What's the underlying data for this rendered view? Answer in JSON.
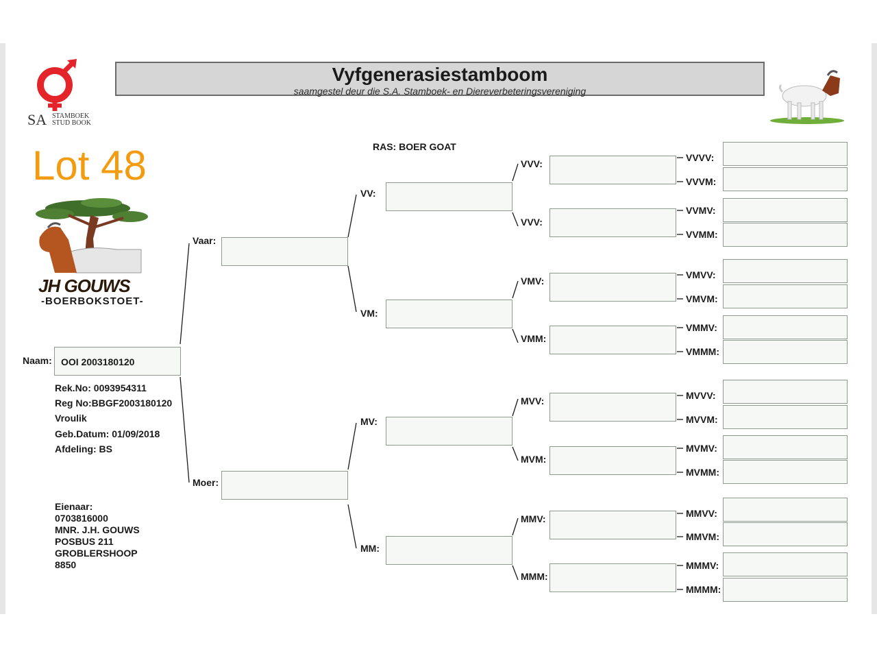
{
  "header": {
    "title": "Vyfgenerasiestamboom",
    "subtitle": "saamgestel deur die S.A. Stamboek- en Diereverbeteringsvereniging",
    "logo_sa": "SA",
    "logo_line1": "STAMBOEK",
    "logo_line2": "STUD BOOK"
  },
  "lot": "Lot 48",
  "stud": {
    "name": "JH GOUWS",
    "subtitle": "-BOERBOKSTOET-"
  },
  "breed": "RAS: BOER GOAT",
  "animal": {
    "name_label": "Naam:",
    "name": "OOI 2003180120",
    "rek_no": "Rek.No: 0093954311",
    "reg_no": "Reg No:BBGF2003180120",
    "sex": "Vroulik",
    "birth": "Geb.Datum: 01/09/2018",
    "section": "Afdeling: BS"
  },
  "owner": {
    "label": "Eienaar:",
    "lines": [
      "0703816000",
      "MNR. J.H. GOUWS",
      "POSBUS 211",
      "GROBLERSHOOP",
      "8850"
    ]
  },
  "pedigree": {
    "gen1": [
      "Vaar:",
      "Moer:"
    ],
    "gen2": [
      "VV:",
      "VM:",
      "MV:",
      "MM:"
    ],
    "gen3": [
      "VVV:",
      "VVV:",
      "VMV:",
      "VMM:",
      "MVV:",
      "MVM:",
      "MMV:",
      "MMM:"
    ],
    "gen4": [
      "VVVV:",
      "VVVM:",
      "VVMV:",
      "VVMM:",
      "VMVV:",
      "VMVM:",
      "VMMV:",
      "VMMM:",
      "MVVV:",
      "MVVM:",
      "MVMV:",
      "MVMM:",
      "MMVV:",
      "MMVM:",
      "MMMV:",
      "MMMM:"
    ]
  },
  "colors": {
    "lot": "#f39c12",
    "logo_red": "#e3242b",
    "title_bg": "#d6d6d6"
  }
}
